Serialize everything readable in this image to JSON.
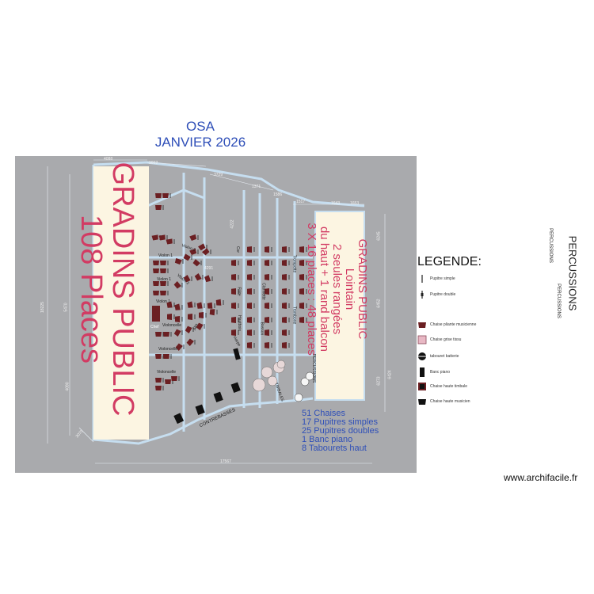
{
  "header": {
    "line1": "OSA",
    "line2": "JANVIER 2026"
  },
  "stands_left": {
    "line1": "GRADINS PUBLIC",
    "line2": "108 Places"
  },
  "stands_right": {
    "title": "GRADINS PUBLIC",
    "lines": [
      "Lointain",
      "2 seules rangées",
      "du haut + 1 rand balcon",
      "3 X 16 places : 48 places"
    ]
  },
  "counts": [
    "51 Chaises",
    "17 Pupitres simples",
    "25 Pupitres doubles",
    "1 Banc piano",
    "8 Tabourets haut"
  ],
  "section_labels": {
    "violon1_a": "Violon 1",
    "violon1_b": "Violon 1",
    "violon1_c": "Violon 1",
    "violon2_a": "Violon 2",
    "violon2_b": "Violon 2",
    "alto": "Alto",
    "violoncelle_a": "Violoncelle",
    "violoncelle_b": "Violoncelle",
    "violoncelle_c": "Violoncelle",
    "chef": "Chef",
    "harpe": "Harpe",
    "contrebasses": "CONTREBASSES",
    "cor": "Cor",
    "trompette": "Trompette",
    "trombone": "Trombone",
    "clarinette": "Clarinette",
    "basson": "Basson",
    "flute": "Flûte",
    "hautbois": "Hautbois",
    "percussions": "PERCUSSIONS",
    "timbales": "TIMBALES"
  },
  "dimensions": [
    "4088",
    "1662",
    "3729",
    "1371",
    "1586",
    "1517",
    "1643",
    "1653",
    "18225",
    "5470",
    "4090",
    "17567",
    "6245",
    "6452",
    "6273",
    "6424",
    "3070",
    "4291",
    "4222"
  ],
  "legend": {
    "title": "LEGENDE:",
    "items": [
      {
        "label": "Pupitre simple",
        "icon": "single-stand-icon"
      },
      {
        "label": "Pupitre double",
        "icon": "double-stand-icon"
      },
      {
        "label": "Chaise pliante musicienne",
        "icon": "folding-chair-icon"
      },
      {
        "label": "Chaise grise tissu",
        "icon": "grey-chair-icon"
      },
      {
        "label": "tabouret batterie",
        "icon": "drum-stool-icon"
      },
      {
        "label": "Banc piano",
        "icon": "piano-bench-icon"
      },
      {
        "label": "Chaise haute timbale",
        "icon": "high-chair-icon"
      },
      {
        "label": "Chaise haute musicien",
        "icon": "musician-high-chair-icon"
      }
    ]
  },
  "side_labels": {
    "percussions_big": "PERCUSSIONS",
    "percussions_small_1": "PERCUSSIONS",
    "percussions_small_2": "PERCUSSIONS"
  },
  "watermark": "www.archifacile.fr",
  "colors": {
    "background": "#a9aaad",
    "stands": "#fcf5e2",
    "wall": "#c6def0",
    "accent_text": "#d23b63",
    "title_text": "#2f4fb8",
    "chair": "#6b1f22"
  }
}
